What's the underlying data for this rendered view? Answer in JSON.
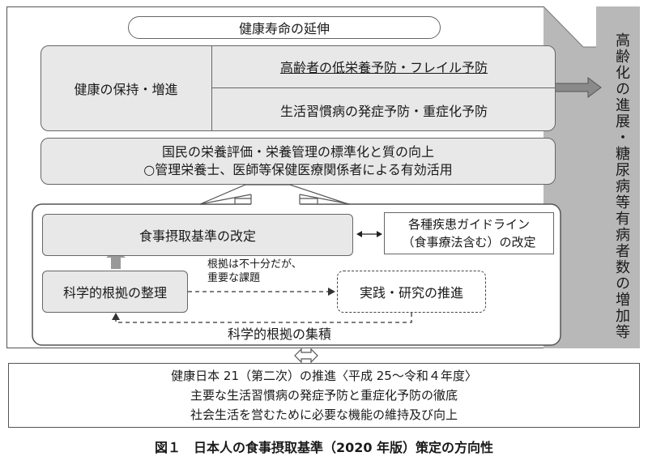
{
  "diagram": {
    "top_goal": "健康寿命の延伸",
    "health_box": "健康の保持・増進",
    "sub_goal_1": "高齢者の低栄養予防・フレイル予防",
    "sub_goal_2": "生活習慣病の発症予防・重症化予防",
    "standardization": {
      "line1": "国民の栄養評価・栄養管理の標準化と質の向上",
      "line2": "○管理栄養士、医師等保健医療関係者による有効活用"
    },
    "revision": "食事摂取基準の改定",
    "guideline": {
      "line1": "各種疾患ガイドライン",
      "line2": "（食事療法含む）の改定"
    },
    "evidence_org": "科学的根拠の整理",
    "note": {
      "line1": "根拠は不十分だが、",
      "line2": "重要な課題"
    },
    "practice": "実践・研究の推進",
    "accumulation": "科学的根拠の集積",
    "side_label": "高齢化の進展・糖尿病等有病者数の増加等"
  },
  "bottom": {
    "line1": "健康日本 21（第二次）の推進〈平成 25～令和４年度〉",
    "line2": "主要な生活習慣病の発症予防と重症化予防の徹底",
    "line3": "社会生活を営むために必要な機能の維持及び向上"
  },
  "caption": "図１　日本人の食事摂取基準（2020 年版）策定の方向性",
  "colors": {
    "box_fill": "#e8e8e8",
    "side_band": "#b8b8b8",
    "arrow_gray": "#888888",
    "border": "#555555"
  }
}
